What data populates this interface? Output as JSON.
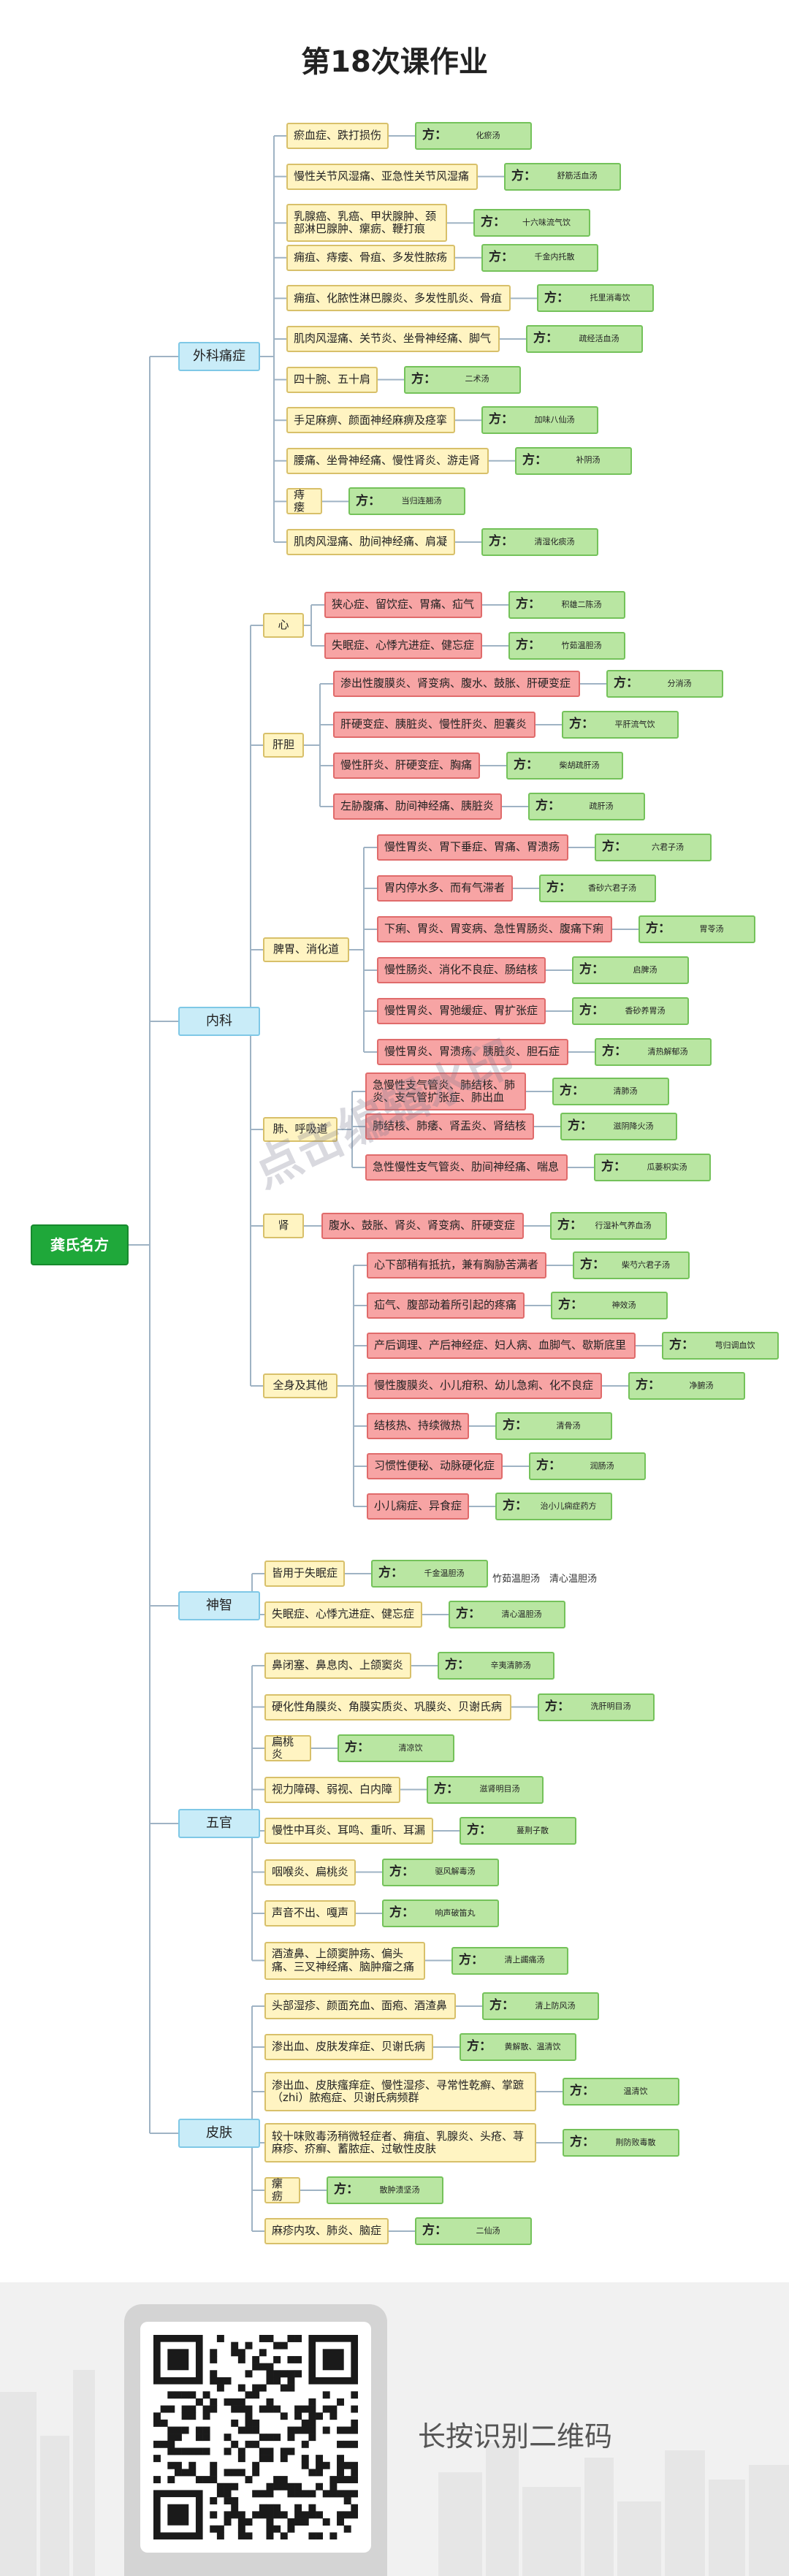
{
  "title": "第18次课作业",
  "watermark": "点击编辑水印",
  "footer": {
    "qr_caption": "长按识别二维码"
  },
  "root": {
    "label": "龚氏名方"
  },
  "departments": [
    {
      "label": "外科痛症",
      "entries": [
        {
          "condition": "瘀血症、跌打损伤",
          "prescription": "化瘀汤"
        },
        {
          "condition": "慢性关节风湿痛、亚急性关节风湿痛",
          "prescription": "舒筋活血汤"
        },
        {
          "condition": "乳腺癌、乳癌、甲状腺肿、颈部淋巴腺肿、瘰疬、鞭打痕",
          "prescription": "十六味流气饮"
        },
        {
          "condition": "痈疽、痔瘘、骨疽、多发性脓疡",
          "prescription": "千金内托散"
        },
        {
          "condition": "痈疽、化脓性淋巴腺炎、多发性肌炎、骨疽",
          "prescription": "托里消毒饮"
        },
        {
          "condition": "肌肉风湿痛、关节炎、坐骨神经痛、脚气",
          "prescription": "疏经活血汤"
        },
        {
          "condition": "四十腕、五十肩",
          "prescription": "二术汤"
        },
        {
          "condition": "手足麻痹、颜面神经麻痹及痉挛",
          "prescription": "加味八仙汤"
        },
        {
          "condition": "腰痛、坐骨神经痛、慢性肾炎、游走肾",
          "prescription": "补阴汤"
        },
        {
          "condition": "痔瘘",
          "prescription": "当归连翘汤"
        },
        {
          "condition": "肌肉风湿痛、肋间神经痛、肩凝",
          "prescription": "清湿化痰汤"
        }
      ]
    },
    {
      "label": "内科",
      "subgroups": [
        {
          "label": "心",
          "entries": [
            {
              "condition": "狭心症、留饮症、胃痛、疝气",
              "prescription": "积雄二陈汤"
            },
            {
              "condition": "失眠症、心悸亢进症、健忘症",
              "prescription": "竹茹温胆汤"
            }
          ]
        },
        {
          "label": "肝胆",
          "entries": [
            {
              "condition": "渗出性腹膜炎、肾变病、腹水、鼓胀、肝硬变症",
              "prescription": "分消汤"
            },
            {
              "condition": "肝硬变症、胰脏炎、慢性肝炎、胆囊炎",
              "prescription": "平肝流气饮"
            },
            {
              "condition": "慢性肝炎、肝硬变症、胸痛",
              "prescription": "柴胡疏肝汤"
            },
            {
              "condition": "左胁腹痛、肋间神经痛、胰脏炎",
              "prescription": "疏肝汤"
            }
          ]
        },
        {
          "label": "脾胃、消化道",
          "entries": [
            {
              "condition": "慢性胃炎、胃下垂症、胃痛、胃溃疡",
              "prescription": "六君子汤"
            },
            {
              "condition": "胃内停水多、而有气滞者",
              "prescription": "香砂六君子汤"
            },
            {
              "condition": "下痢、胃炎、胃变病、急性胃肠炎、腹痛下痢",
              "prescription": "胃苓汤"
            },
            {
              "condition": "慢性肠炎、消化不良症、肠结核",
              "prescription": "启脾汤"
            },
            {
              "condition": "慢性胃炎、胃弛缓症、胃扩张症",
              "prescription": "香砂养胃汤"
            },
            {
              "condition": "慢性胃炎、胃溃疡、胰脏炎、胆石症",
              "prescription": "清热解郁汤"
            }
          ]
        },
        {
          "label": "肺、呼吸道",
          "entries": [
            {
              "condition": "急慢性支气管炎、肺结核、肺炎、支气管扩张症、肺出血",
              "prescription": "清肺汤"
            },
            {
              "condition": "肺结核、肺痿、肾盂炎、肾结核",
              "prescription": "滋阴降火汤"
            },
            {
              "condition": "急性慢性支气管炎、肋间神经痛、喘息",
              "prescription": "瓜蒌枳实汤"
            }
          ]
        },
        {
          "label": "肾",
          "entries": [
            {
              "condition": "腹水、鼓胀、肾炎、肾变病、肝硬变症",
              "prescription": "行湿补气养血汤"
            }
          ]
        },
        {
          "label": "全身及其他",
          "entries": [
            {
              "condition": "心下部稍有抵抗，兼有胸胁苦满者",
              "prescription": "柴芍六君子汤"
            },
            {
              "condition": "疝气、腹部动着所引起的疼痛",
              "prescription": "神效汤"
            },
            {
              "condition": "产后调理、产后神经症、妇人病、血脚气、歇斯底里",
              "prescription": "芎归调血饮"
            },
            {
              "condition": "慢性腹膜炎、小儿疳积、幼儿急痢、化不良症",
              "prescription": "净腑汤"
            },
            {
              "condition": "结核热、持续微热",
              "prescription": "清骨汤"
            },
            {
              "condition": "习惯性便秘、动脉硬化症",
              "prescription": "润肠汤"
            },
            {
              "condition": "小儿痫症、异食症",
              "prescription": "治小儿痫症药方"
            }
          ]
        }
      ]
    },
    {
      "label": "神智",
      "entries": [
        {
          "condition": "皆用于失眠症",
          "prescription": "千金温胆汤",
          "extra": "竹茹温胆汤　清心温胆汤"
        },
        {
          "condition": "失眠症、心悸亢进症、健忘症",
          "prescription": "清心温胆汤"
        }
      ]
    },
    {
      "label": "五官",
      "entries": [
        {
          "condition": "鼻闭塞、鼻息肉、上颌窦炎",
          "prescription": "辛夷清肺汤"
        },
        {
          "condition": "硬化性角膜炎、角膜实质炎、巩膜炎、贝谢氏病",
          "prescription": "洗肝明目汤"
        },
        {
          "condition": "扁桃炎",
          "prescription": "清凉饮"
        },
        {
          "condition": "视力障碍、弱视、白内障",
          "prescription": "滋肾明目汤"
        },
        {
          "condition": "慢性中耳炎、耳鸣、重听、耳漏",
          "prescription": "蔓荆子散"
        },
        {
          "condition": "咽喉炎、扁桃炎",
          "prescription": "驱风解毒汤"
        },
        {
          "condition": "声音不出、嘎声",
          "prescription": "响声破笛丸"
        },
        {
          "condition": "酒渣鼻、上颌窦肿疡、偏头痛、三叉神经痛、脑肿瘤之痛",
          "prescription": "清上蠲痛汤"
        }
      ]
    },
    {
      "label": "皮肤",
      "entries": [
        {
          "condition": "头部湿疹、颜面充血、面疱、酒渣鼻",
          "prescription": "清上防风汤"
        },
        {
          "condition": "渗出血、皮肤发痒症、贝谢氏病",
          "prescription": "黄解散、温清饮"
        },
        {
          "condition": "渗出血、皮肤瘙痒症、慢性湿疹、寻常性乾癣、掌蹠（zhi）脓疱症、贝谢氏病频群",
          "prescription": "温清饮"
        },
        {
          "condition": "较十味败毒汤稍微轻症者、痈疽、乳腺炎、头疮、荨麻疹、疥癣、蓄脓症、过敏性皮肤",
          "prescription": "荆防败毒散"
        },
        {
          "condition": "瘰疬",
          "prescription": "散肿溃坚汤"
        },
        {
          "condition": "麻疹内攻、肺炎、脑症",
          "prescription": "二仙汤"
        }
      ]
    }
  ],
  "colors": {
    "root": "#1fa83a",
    "department": "#c9ecf8",
    "subgroup": "#fff4c2",
    "condition_yellow": "#fff4c2",
    "condition_red": "#f7a4a4",
    "prescription": "#b9e6a2",
    "connector": "#9fb3c4"
  }
}
